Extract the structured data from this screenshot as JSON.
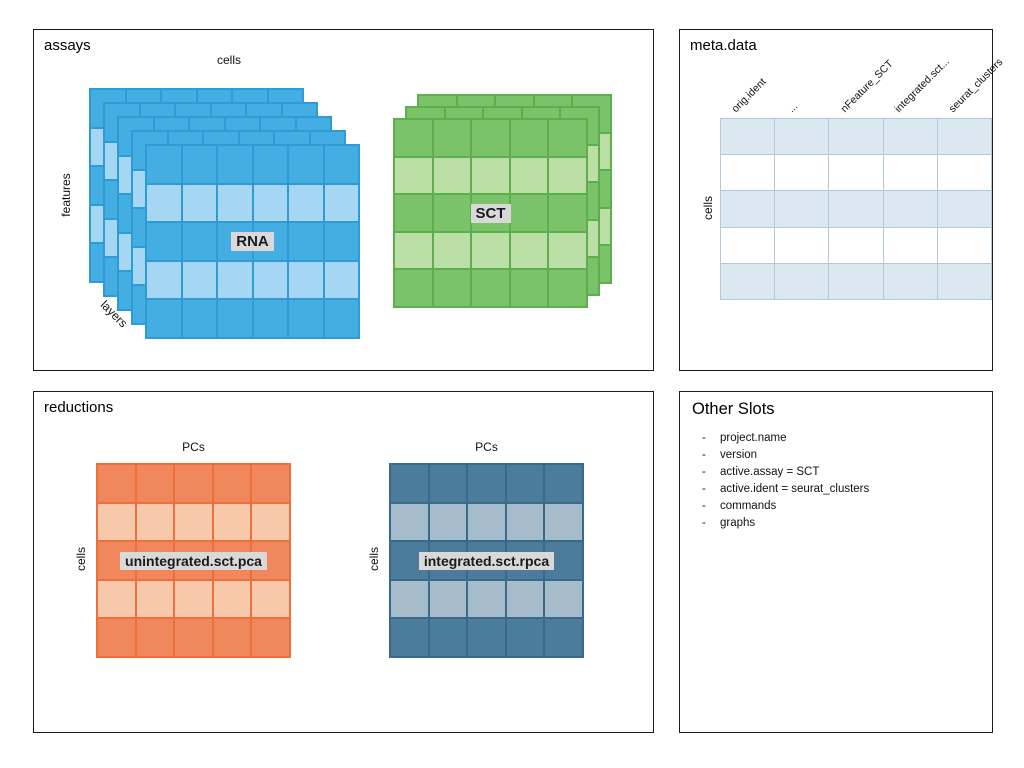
{
  "assays": {
    "title": "assays",
    "cells_axis": "cells",
    "features_axis": "features",
    "layers_axis": "layers",
    "rna": {
      "label": "RNA"
    },
    "sct": {
      "label": "SCT"
    }
  },
  "meta_data": {
    "title": "meta.data",
    "cells_axis": "cells",
    "columns": [
      "orig.ident",
      "...",
      "nFeature_SCT",
      "integrated.sct...",
      "seurat_clusters"
    ]
  },
  "reductions": {
    "title": "reductions",
    "matrices": [
      {
        "label": "unintegrated.sct.pca",
        "top_axis": "PCs",
        "left_axis": "cells"
      },
      {
        "label": "integrated.sct.rpca",
        "top_axis": "PCs",
        "left_axis": "cells"
      }
    ]
  },
  "other_slots": {
    "title": "Other Slots",
    "items": [
      "project.name",
      "version",
      "active.assay = SCT",
      "active.ident = seurat_clusters",
      "commands",
      "graphs"
    ]
  },
  "colors": {
    "blue": {
      "dark": "#44AEE3",
      "light": "#A6D7F2",
      "border": "#2E9BD6"
    },
    "green": {
      "dark": "#7BC369",
      "light": "#BCDFA8",
      "border": "#5FAE4E"
    },
    "metadata": {
      "dark": "#DCE8EF",
      "light": "#FFFFFF",
      "border": "#B3C9D6"
    },
    "orange": {
      "dark": "#F1875D",
      "light": "#F8C8AA",
      "border": "#EC6F3C"
    },
    "steel": {
      "dark": "#4B7C9C",
      "light": "#A6BCCB",
      "border": "#3A6A8B"
    }
  }
}
